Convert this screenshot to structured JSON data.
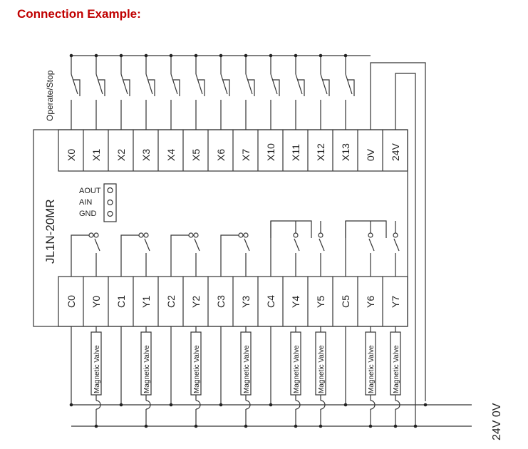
{
  "page": {
    "heading": "Connection Example:"
  },
  "diagram": {
    "switch_label": "Operate/Stop",
    "model": "JL1N-20MR",
    "inputs": [
      "X0",
      "X1",
      "X2",
      "X3",
      "X4",
      "X5",
      "X6",
      "X7",
      "X10",
      "X11",
      "X12",
      "X13",
      "0V",
      "24V"
    ],
    "outputs": [
      "C0",
      "Y0",
      "C1",
      "Y1",
      "C2",
      "Y2",
      "C3",
      "Y3",
      "C4",
      "Y4",
      "Y5",
      "C5",
      "Y6",
      "Y7"
    ],
    "analog": [
      "AOUT",
      "AIN",
      "GND"
    ],
    "load_label": "Magnetic Valve",
    "supply": "24V 0V"
  }
}
